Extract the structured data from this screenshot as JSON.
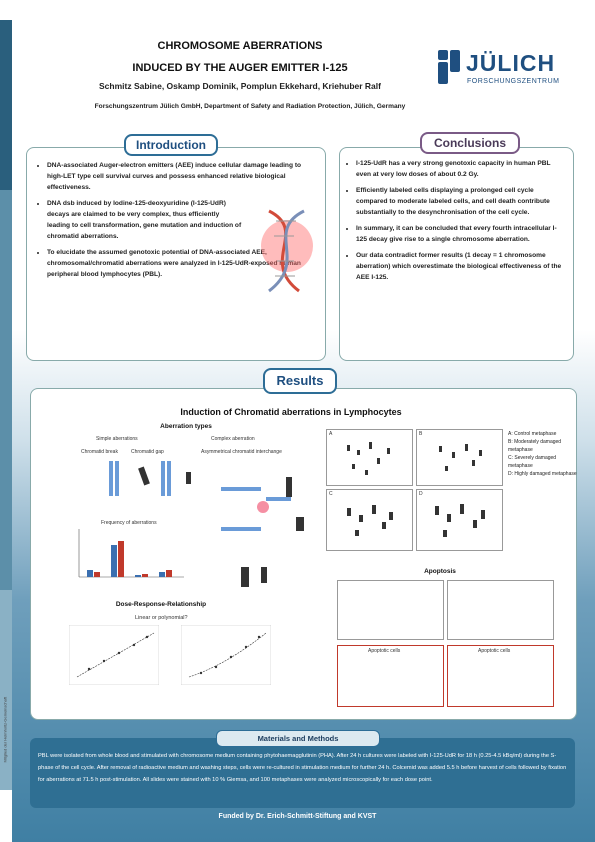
{
  "header": {
    "title_line1": "CHROMOSOME ABERRATIONS",
    "title_line2": "INDUCED BY THE AUGER EMITTER I-125",
    "authors": "Schmitz Sabine, Oskamp Dominik, Pomplun Ekkehard, Kriehuber Ralf",
    "affiliation": "Forschungszentrum Jülich GmbH, Department of Safety and Radiation Protection, Jülich, Germany",
    "logo_word": "JÜLICH",
    "logo_sub": "FORSCHUNGSZENTRUM",
    "side_text": "Mitglied der Helmholtz-Gemeinschaft"
  },
  "introduction": {
    "heading": "Introduction",
    "bullets": [
      "DNA-associated Auger-electron emitters (AEE) induce cellular damage leading to high-LET type cell survival curves and possess enhanced relative biological effectiveness.",
      "DNA dsb induced by Iodine-125-deoxyuridine (I-125-UdR) decays are claimed to be very complex, thus efficiently leading to cell transformation, gene mutation and induction of chromatid aberrations.",
      "To elucidate the assumed genotoxic potential of DNA-associated AEE, chromosomal/chromatid aberrations were analyzed in I-125-UdR-exposed human peripheral blood lymphocytes (PBL)."
    ]
  },
  "conclusions": {
    "heading": "Conclusions",
    "bullets": [
      "I-125-UdR has a very strong genotoxic capacity in human PBL even at very low doses of about 0.2 Gy.",
      "Efficiently labeled cells displaying a prolonged cell cycle compared to moderate labeled cells, and cell death contribute substantially to the desynchronisation of the cell cycle.",
      "In summary, it can be concluded that every fourth intracellular I-125 decay give rise to a single chromosome aberration.",
      "Our data contradict former results (1 decay = 1 chromosome aberration) which overestimate the biological effectiveness of the AEE I-125."
    ]
  },
  "results": {
    "heading": "Results",
    "subtitle": "Induction of Chromatid aberrations in Lymphocytes",
    "aberration_types": "Aberration types",
    "simple": "Simple aberrations",
    "complex": "Complex aberration",
    "chromatid_break": "Chromatid break",
    "chromatid_gap": "Chromatid gap",
    "asym": "Asymmetrical chromatid interchange",
    "freq_title": "Frequency of aberrations",
    "dose_response": "Dose-Response-Relationship",
    "linear": "Linear or polynomial?",
    "apoptosis": "Apoptosis",
    "legend": [
      "A: Control metaphase",
      "B: Moderately damaged metaphase",
      "C: Severely damaged metaphase",
      "D: Highly damaged metaphase"
    ],
    "panel_labels": [
      "A",
      "B",
      "C",
      "D"
    ],
    "apoptotic_cells": "Apoptotic cells",
    "bar_colors": {
      "blue": "#3a6fb0",
      "red": "#c0392b"
    }
  },
  "materials": {
    "heading": "Materials and Methods",
    "text": "PBL were isolated from whole blood and stimulated with chromosome medium containing phytohaemagglutinin (PHA). After 24 h cultures were labeled with I-125-UdR for 18 h (0.25-4.5 kBq/ml) during the S-phase of the cell cycle. After removal of radioactive medium and washing steps, cells were re-cultured in stimulation medium for further 24 h. Colcemid was added 5.5 h before harvest of cells followed by fixation for aberrations at 71.5 h post-stimulation. All slides were stained with 10 % Giemsa, and 100 metaphases were analyzed microscopically for each dose point."
  },
  "footer": {
    "funded": "Funded by Dr. Erich-Schmitt-Stiftung and KVST"
  }
}
